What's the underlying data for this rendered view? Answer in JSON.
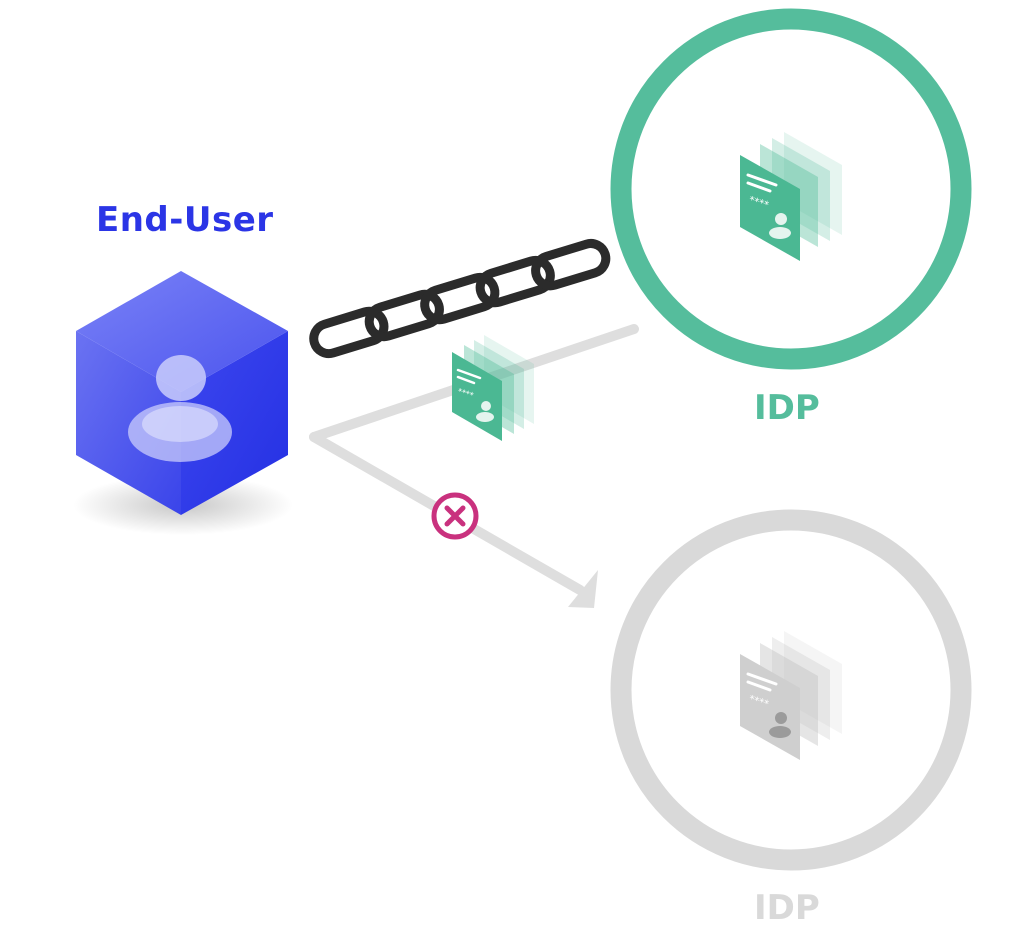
{
  "diagram": {
    "end_user": {
      "label": "End-User",
      "icon": "user-cube-icon",
      "color": "#2b35e6"
    },
    "idp_trusted": {
      "label": "IDP",
      "icon": "credential-stack-icon",
      "ring_color": "#55bd9c",
      "state": "active"
    },
    "idp_other": {
      "label": "IDP",
      "icon": "credential-stack-icon",
      "ring_color": "#d9d9d9",
      "state": "inactive"
    },
    "link": {
      "icon": "chain-icon",
      "color": "#2b2b2b",
      "links": 5
    },
    "credential": {
      "icon": "credential-card-icon",
      "color": "#55bd9c",
      "masked_text": "****"
    },
    "blocked_path": {
      "icon": "blocked-x-icon",
      "color": "#c9317e"
    },
    "arrow_color": "#dedede"
  }
}
